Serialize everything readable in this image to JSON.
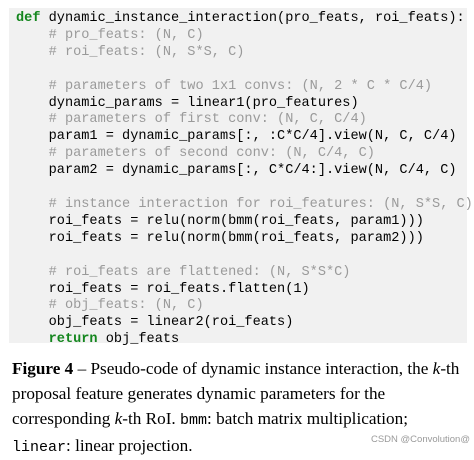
{
  "code": {
    "lines": [
      {
        "type": "code",
        "segments": [
          {
            "cls": "kw",
            "text": "def"
          },
          {
            "cls": "",
            "text": " dynamic_instance_interaction(pro_feats, roi_feats):"
          }
        ]
      },
      {
        "type": "comment",
        "text": "    # pro_feats: (N, C)"
      },
      {
        "type": "comment",
        "text": "    # roi_feats: (N, S*S, C)"
      },
      {
        "type": "blank",
        "text": ""
      },
      {
        "type": "comment",
        "text": "    # parameters of two 1x1 convs: (N, 2 * C * C/4)"
      },
      {
        "type": "code",
        "text": "    dynamic_params = linear1(pro_features)"
      },
      {
        "type": "comment",
        "text": "    # parameters of first conv: (N, C, C/4)"
      },
      {
        "type": "code",
        "text": "    param1 = dynamic_params[:, :C*C/4].view(N, C, C/4)"
      },
      {
        "type": "comment",
        "text": "    # parameters of second conv: (N, C/4, C)"
      },
      {
        "type": "code",
        "text": "    param2 = dynamic_params[:, C*C/4:].view(N, C/4, C)"
      },
      {
        "type": "blank",
        "text": ""
      },
      {
        "type": "comment",
        "text": "    # instance interaction for roi_features: (N, S*S, C)"
      },
      {
        "type": "code",
        "text": "    roi_feats = relu(norm(bmm(roi_feats, param1)))"
      },
      {
        "type": "code",
        "text": "    roi_feats = relu(norm(bmm(roi_feats, param2)))"
      },
      {
        "type": "blank",
        "text": ""
      },
      {
        "type": "comment",
        "text": "    # roi_feats are flattened: (N, S*S*C)"
      },
      {
        "type": "code",
        "text": "    roi_feats = roi_feats.flatten(1)"
      },
      {
        "type": "comment",
        "text": "    # obj_feats: (N, C)"
      },
      {
        "type": "code",
        "text": "    obj_feats = linear2(roi_feats)"
      },
      {
        "type": "code",
        "segments": [
          {
            "cls": "",
            "text": "    "
          },
          {
            "cls": "kw",
            "text": "return"
          },
          {
            "cls": "",
            "text": " obj_feats"
          }
        ]
      }
    ]
  },
  "caption": {
    "label": "Figure 4",
    "dash": " – ",
    "text_1": "Pseudo-code of dynamic instance interaction, the ",
    "k1": "k",
    "text_2": "-th proposal feature generates dynamic parameters for the corresponding ",
    "k2": "k",
    "text_3": "-th RoI. ",
    "bmm": "bmm",
    "text_4": ": batch matrix multiplication; ",
    "linear": "linear",
    "text_5": ": linear projection."
  },
  "watermark": "CSDN @Convolution@"
}
